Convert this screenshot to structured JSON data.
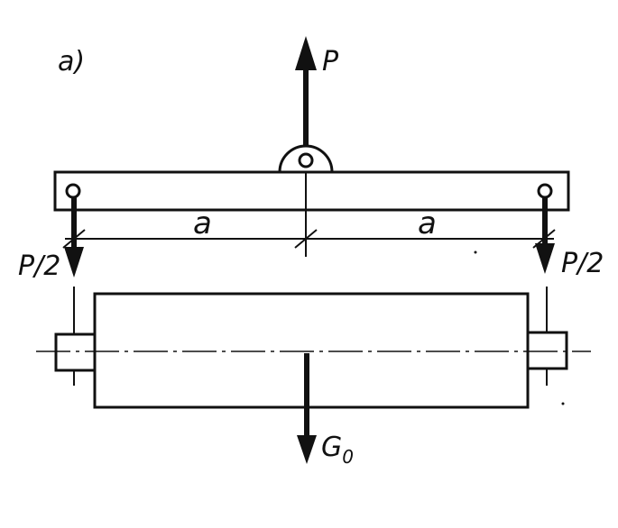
{
  "figure": {
    "panel_label": "a)",
    "force_top": "P",
    "force_left": "P/2",
    "force_right": "P/2",
    "dimension_left": "a",
    "dimension_right": "a",
    "weight_main": "G",
    "weight_sub": "0"
  },
  "colors": {
    "ink": "#111111",
    "background": "#ffffff"
  }
}
